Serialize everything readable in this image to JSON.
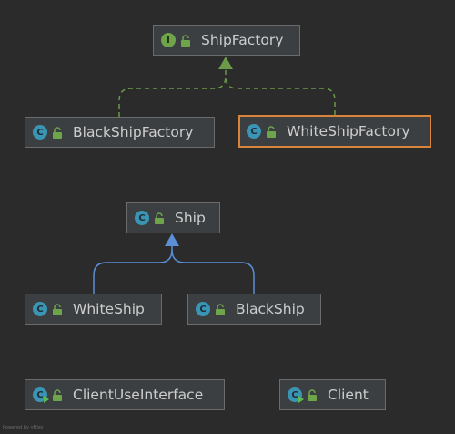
{
  "colors": {
    "background": "#2b2b2b",
    "node_fill": "#3c3f41",
    "node_border": "#6b6b6b",
    "selected_border": "#d9843b",
    "implements_edge": "#6a9a4a",
    "extends_edge": "#5a8fd6",
    "class_icon": "#3a95b5",
    "interface_icon": "#6ea54a",
    "lock_icon": "#6ea54a",
    "text": "#cdcdcd"
  },
  "nodes": {
    "ship_factory": {
      "label": "ShipFactory",
      "kind": "interface",
      "kind_letter": "I",
      "icon": "interface-icon"
    },
    "black_ship_factory": {
      "label": "BlackShipFactory",
      "kind": "class",
      "kind_letter": "C",
      "icon": "class-icon"
    },
    "white_ship_factory": {
      "label": "WhiteShipFactory",
      "kind": "class",
      "kind_letter": "C",
      "icon": "class-icon",
      "selected": true
    },
    "ship": {
      "label": "Ship",
      "kind": "class",
      "kind_letter": "C",
      "icon": "class-icon"
    },
    "white_ship": {
      "label": "WhiteShip",
      "kind": "class",
      "kind_letter": "C",
      "icon": "class-icon"
    },
    "black_ship": {
      "label": "BlackShip",
      "kind": "class",
      "kind_letter": "C",
      "icon": "class-icon"
    },
    "client_use_interface": {
      "label": "ClientUseInterface",
      "kind": "runnable-class",
      "kind_letter": "C",
      "icon": "runnable-class-icon"
    },
    "client": {
      "label": "Client",
      "kind": "runnable-class",
      "kind_letter": "C",
      "icon": "runnable-class-icon"
    }
  },
  "edges": [
    {
      "from": "BlackShipFactory",
      "to": "ShipFactory",
      "type": "implements"
    },
    {
      "from": "WhiteShipFactory",
      "to": "ShipFactory",
      "type": "implements"
    },
    {
      "from": "WhiteShip",
      "to": "Ship",
      "type": "extends"
    },
    {
      "from": "BlackShip",
      "to": "Ship",
      "type": "extends"
    }
  ],
  "footer": "Powered by yFiles"
}
